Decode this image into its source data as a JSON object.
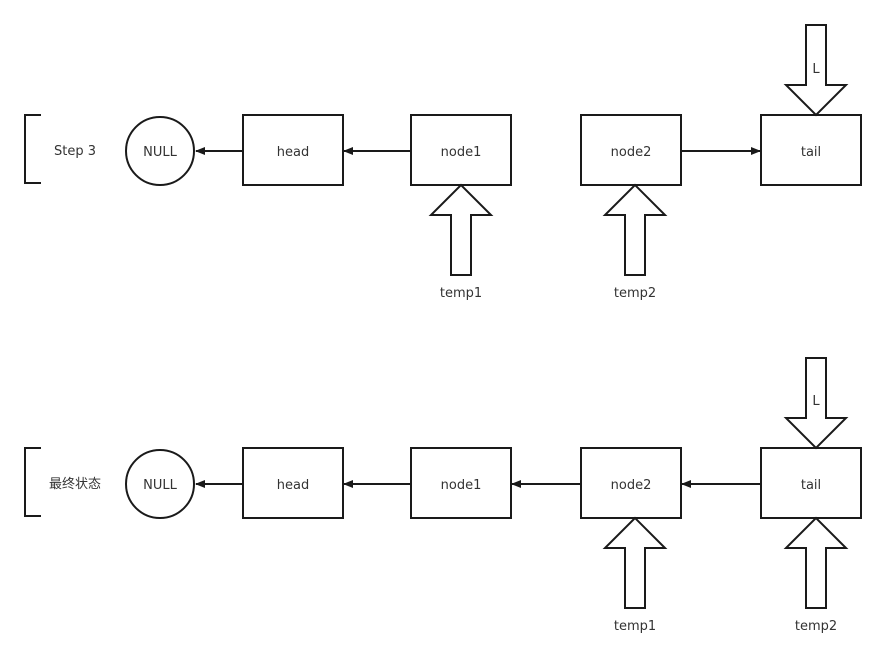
{
  "step3": {
    "label": "Step 3",
    "null_label": "NULL",
    "nodes": {
      "head": "head",
      "node1": "node1",
      "node2": "node2",
      "tail": "tail"
    },
    "pointers": {
      "top": "L",
      "temp1": "temp1",
      "temp2": "temp2"
    }
  },
  "final": {
    "label": "最终状态",
    "null_label": "NULL",
    "nodes": {
      "head": "head",
      "node1": "node1",
      "node2": "node2",
      "tail": "tail"
    },
    "pointers": {
      "top": "L",
      "temp1": "temp1",
      "temp2": "temp2"
    }
  },
  "colors": {
    "stroke": "#1a1a1a",
    "text": "#333333",
    "background": "#ffffff"
  }
}
